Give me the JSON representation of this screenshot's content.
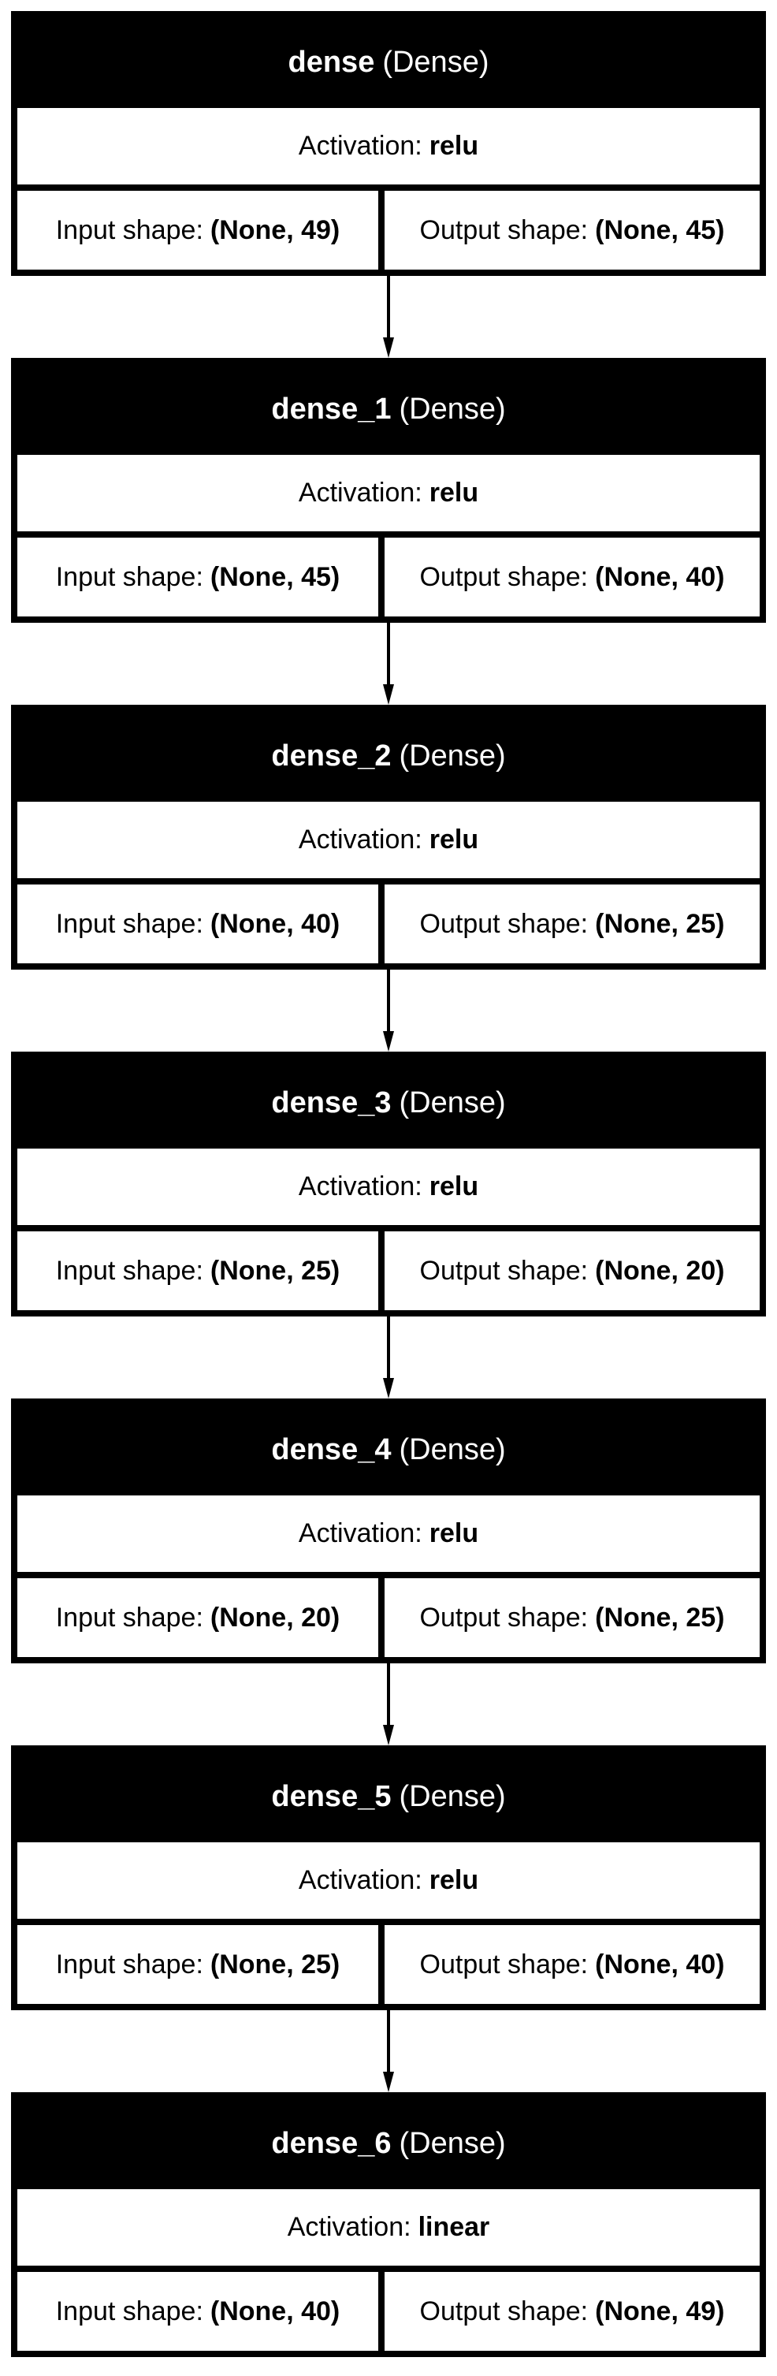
{
  "diagram": {
    "type": "model-graph",
    "layers": [
      {
        "name": "dense",
        "type": "(Dense)",
        "activation_label": "Activation:",
        "activation": "relu",
        "input_label": "Input shape:",
        "input_shape": "(None, 49)",
        "output_label": "Output shape:",
        "output_shape": "(None, 45)"
      },
      {
        "name": "dense_1",
        "type": "(Dense)",
        "activation_label": "Activation:",
        "activation": "relu",
        "input_label": "Input shape:",
        "input_shape": "(None, 45)",
        "output_label": "Output shape:",
        "output_shape": "(None, 40)"
      },
      {
        "name": "dense_2",
        "type": "(Dense)",
        "activation_label": "Activation:",
        "activation": "relu",
        "input_label": "Input shape:",
        "input_shape": "(None, 40)",
        "output_label": "Output shape:",
        "output_shape": "(None, 25)"
      },
      {
        "name": "dense_3",
        "type": "(Dense)",
        "activation_label": "Activation:",
        "activation": "relu",
        "input_label": "Input shape:",
        "input_shape": "(None, 25)",
        "output_label": "Output shape:",
        "output_shape": "(None, 20)"
      },
      {
        "name": "dense_4",
        "type": "(Dense)",
        "activation_label": "Activation:",
        "activation": "relu",
        "input_label": "Input shape:",
        "input_shape": "(None, 20)",
        "output_label": "Output shape:",
        "output_shape": "(None, 25)"
      },
      {
        "name": "dense_5",
        "type": "(Dense)",
        "activation_label": "Activation:",
        "activation": "relu",
        "input_label": "Input shape:",
        "input_shape": "(None, 25)",
        "output_label": "Output shape:",
        "output_shape": "(None, 40)"
      },
      {
        "name": "dense_6",
        "type": "(Dense)",
        "activation_label": "Activation:",
        "activation": "linear",
        "input_label": "Input shape:",
        "input_shape": "(None, 40)",
        "output_label": "Output shape:",
        "output_shape": "(None, 49)"
      }
    ],
    "colors": {
      "header_bg": "#000000",
      "header_text": "#ffffff",
      "body_bg": "#ffffff",
      "border": "#000000"
    }
  }
}
